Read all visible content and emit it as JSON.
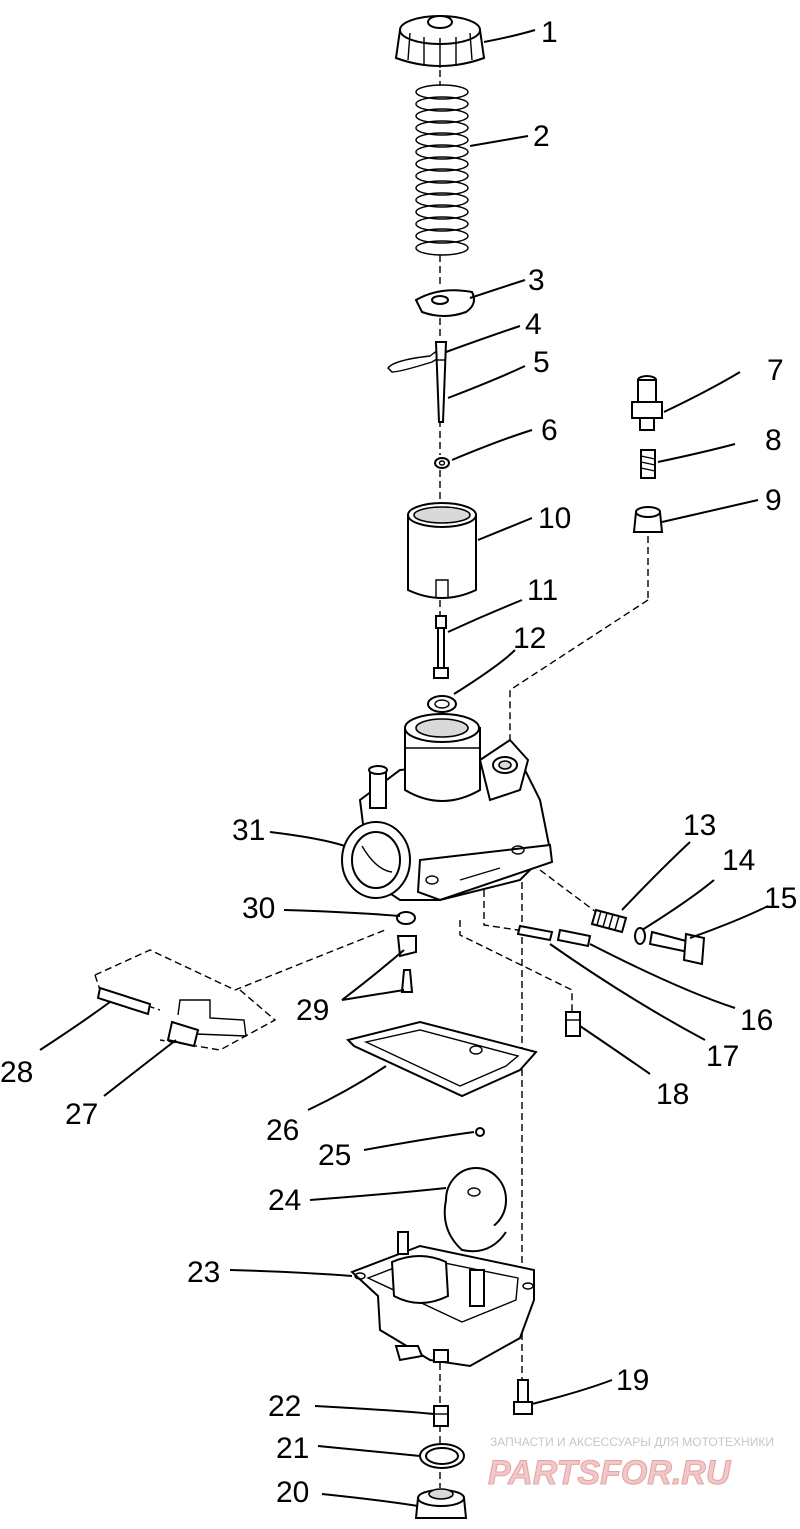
{
  "labels": [
    "1",
    "2",
    "3",
    "4",
    "5",
    "6",
    "7",
    "8",
    "9",
    "10",
    "11",
    "12",
    "13",
    "14",
    "15",
    "16",
    "17",
    "18",
    "19",
    "20",
    "21",
    "22",
    "23",
    "24",
    "25",
    "26",
    "27",
    "28",
    "29",
    "30",
    "31"
  ],
  "watermark": {
    "subtitle": "ЗАПЧАСТИ И АКСЕССУАРЫ ДЛЯ МОТОТЕХНИКИ",
    "brand": "PARTSFOR.RU"
  },
  "colors": {
    "ink": "#000000",
    "background": "#ffffff",
    "watermark": "#e3a3a3"
  }
}
